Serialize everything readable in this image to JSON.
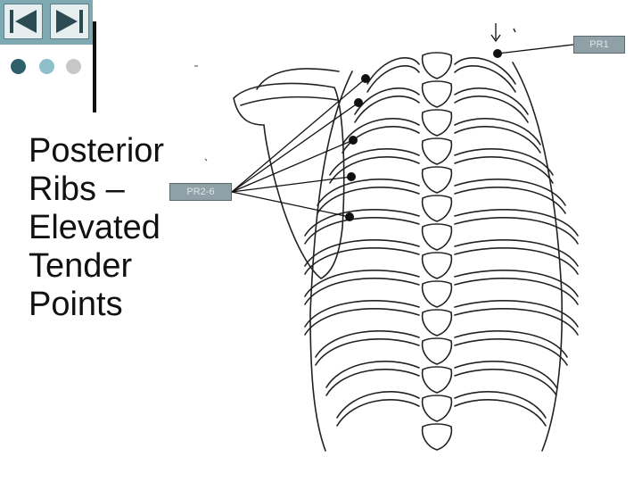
{
  "nav": {
    "first_icon": "skip-to-first-icon",
    "last_icon": "skip-to-last-icon"
  },
  "slide": {
    "title_lines": [
      "Posterior",
      "Ribs –",
      "Elevated",
      "Tender",
      "Points"
    ]
  },
  "diagram": {
    "callouts": {
      "pr1": "PR1",
      "pr2_6": "PR2-6"
    },
    "subject": "posterior-rib-cage-with-scapula"
  },
  "colors": {
    "accent": "#7fa9b3",
    "dark_dot": "#2f5f6a",
    "light_dot": "#8fbfc8",
    "grey_dot": "#c8c8c8",
    "callout": "#8fa0a6"
  }
}
